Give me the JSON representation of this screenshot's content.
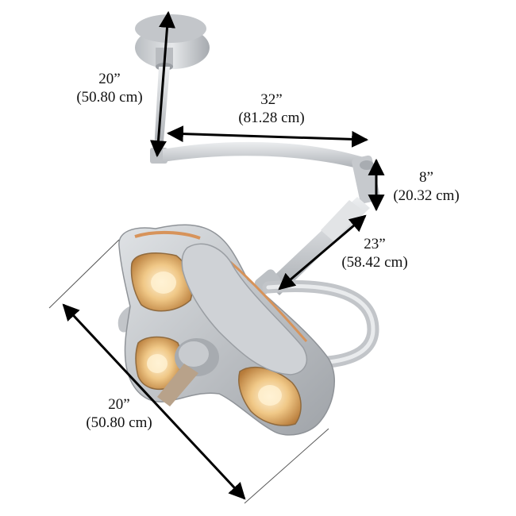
{
  "colors": {
    "arm": "#d6d9dc",
    "arm_shade": "#b8bcc0",
    "housing": "#c9ccd0",
    "housing_shade": "#a9adb2",
    "lamp_glow": "#f3d9a8",
    "lamp_core": "#e8a94d",
    "accent": "#d7935a",
    "arrow": "#000000"
  },
  "dimensions": {
    "ceiling_drop": {
      "imperial": "20”",
      "metric": "(50.80 cm)"
    },
    "horizontal_arm": {
      "imperial": "32”",
      "metric": "(81.28 cm)"
    },
    "elbow": {
      "imperial": "8”",
      "metric": "(20.32 cm)"
    },
    "spring_arm": {
      "imperial": "23”",
      "metric": "(58.42 cm)"
    },
    "head_width": {
      "imperial": "20”",
      "metric": "(50.80 cm)"
    }
  }
}
